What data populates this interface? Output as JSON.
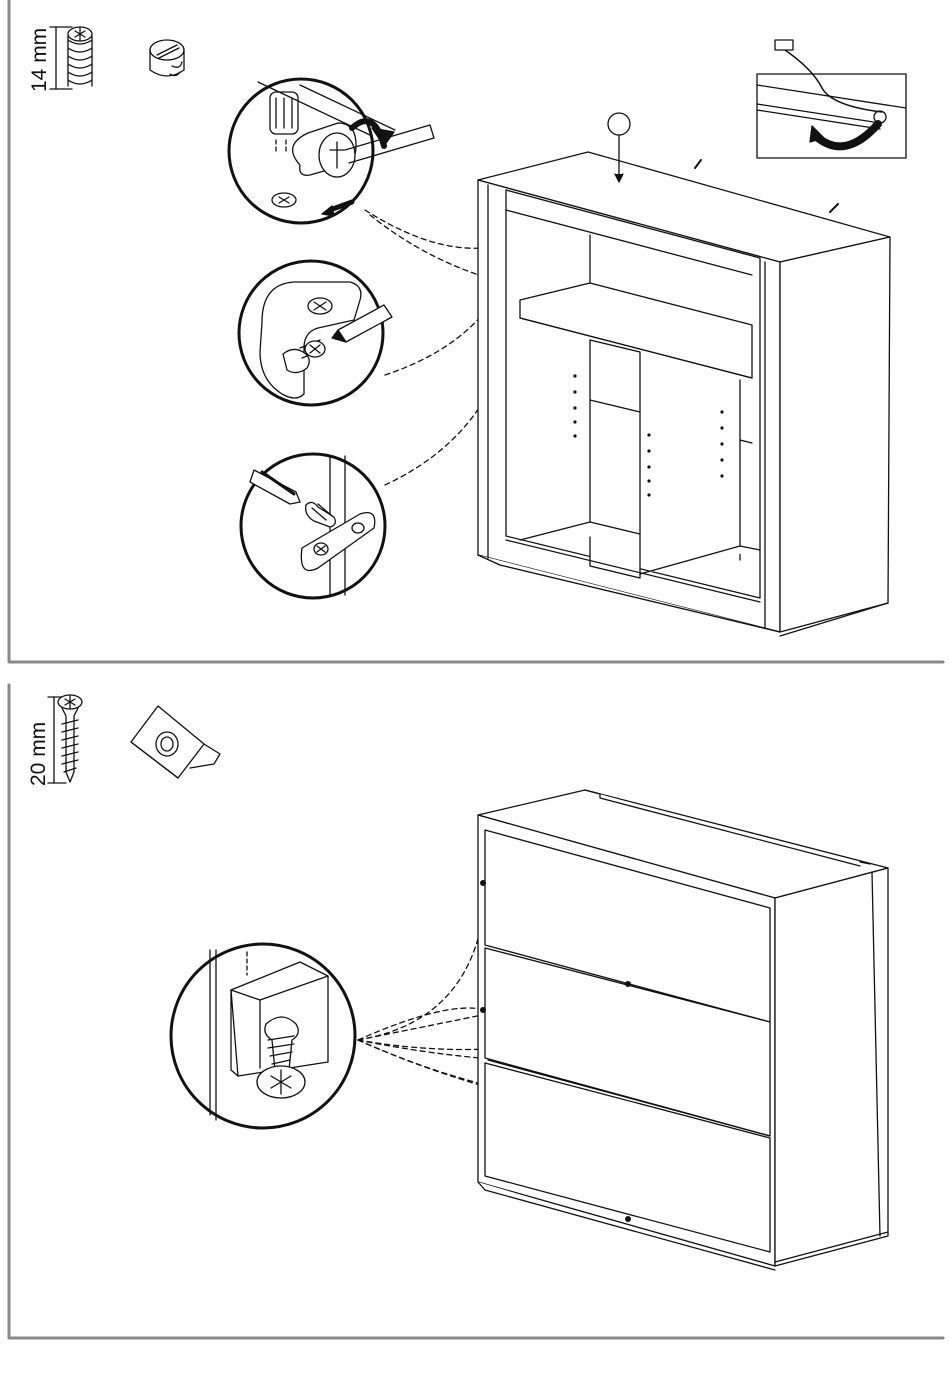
{
  "panels": [
    {
      "id": "step-cam-locks",
      "hardware": {
        "screw_length_label": "14 mm"
      }
    },
    {
      "id": "step-drawer-fronts",
      "hardware": {
        "screw_length_label": "20 mm"
      }
    }
  ],
  "icons": [
    "cam-lock-screw-icon",
    "cam-lock-icon",
    "phillips-screwdriver-icon",
    "flat-screwdriver-icon",
    "corner-bracket-icon",
    "plastic-angle-bracket-icon",
    "cable-clip-icon",
    "rotate-arrow-icon"
  ],
  "colors": {
    "line": "#111111",
    "frame": "#888888",
    "background": "#ffffff"
  }
}
